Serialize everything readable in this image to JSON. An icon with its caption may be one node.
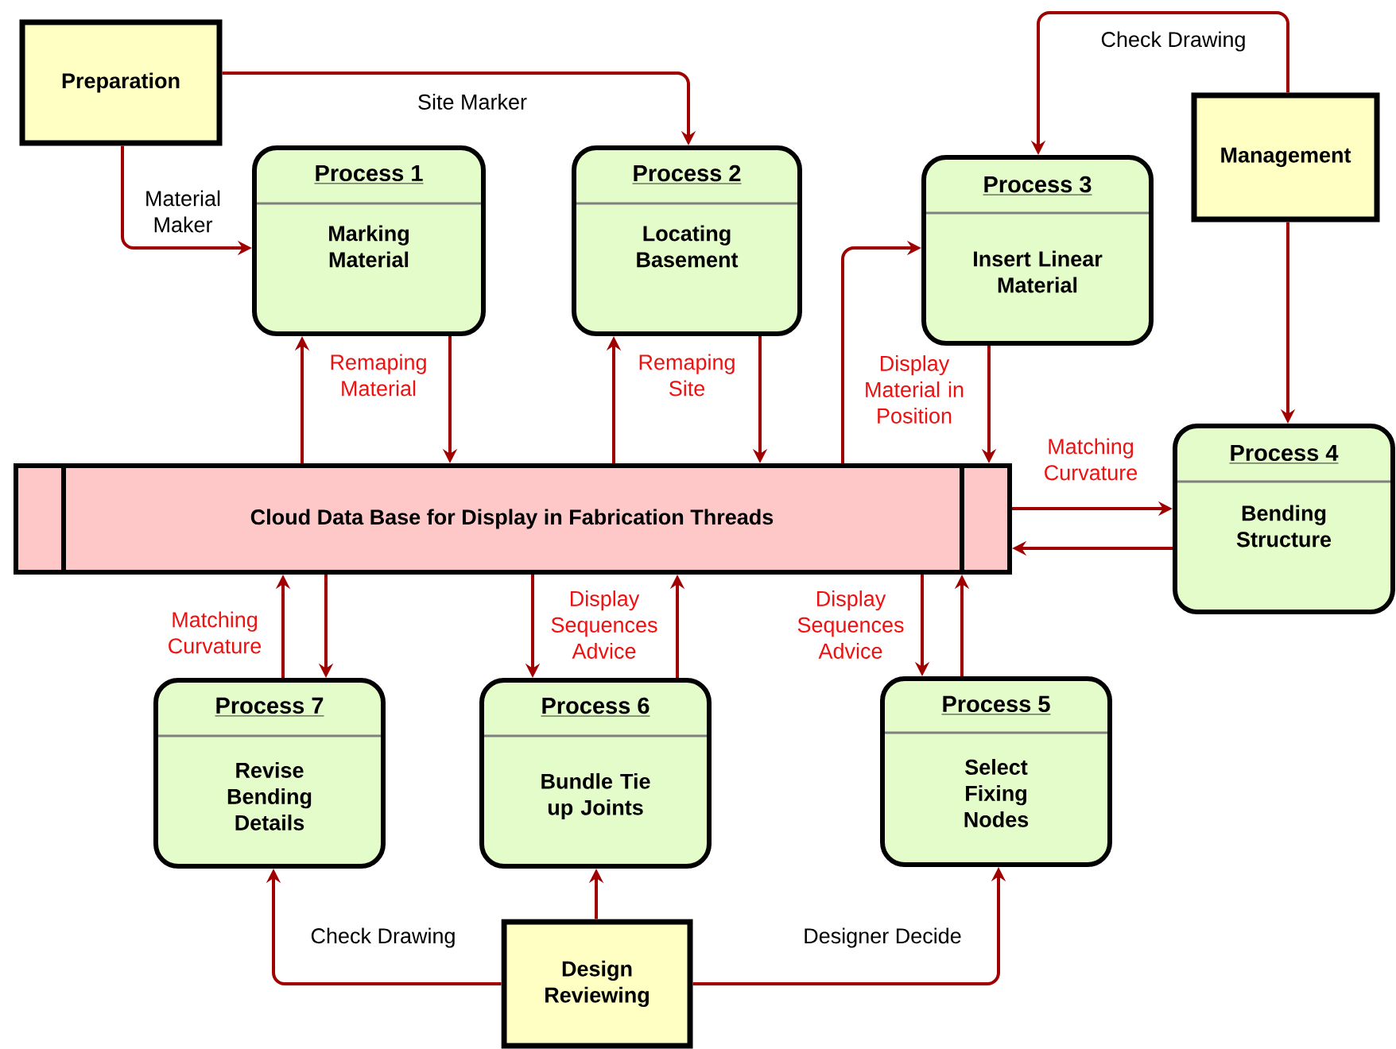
{
  "diagram": {
    "nodes": [
      {
        "text": [
          "Preparation"
        ]
      },
      {
        "text": [
          "Process 1",
          "Marking Material"
        ]
      },
      {
        "text": [
          "Process 2",
          "Locating Basement"
        ]
      },
      {
        "text": [
          "Process 3",
          "Insert Linear Material"
        ]
      },
      {
        "text": [
          "Management"
        ]
      },
      {
        "text": [
          "Process 4",
          "Bending Structure"
        ]
      },
      {
        "text": [
          "Cloud Data Base for Display in Fabrication Threads"
        ]
      },
      {
        "text": [
          "Process 7",
          "Revise Bending Details"
        ]
      },
      {
        "text": [
          "Process 6",
          "Bundle Tie up Joints"
        ]
      },
      {
        "text": [
          "Process 5",
          "Select Fixing Nodes"
        ]
      },
      {
        "text": [
          "Design Reviewing"
        ]
      }
    ],
    "edges": [
      {
        "from": 0,
        "to": 1,
        "arrow": "to",
        "label": "Material Maker"
      },
      {
        "from": 0,
        "to": 2,
        "arrow": "to",
        "label": "Site Marker"
      },
      {
        "from": 4,
        "to": 3,
        "arrow": "to",
        "label": "Check Drawing"
      },
      {
        "from": 4,
        "to": 5,
        "arrow": "to"
      },
      {
        "from": 6,
        "to": 1,
        "arrow": "to"
      },
      {
        "from": 1,
        "to": 6,
        "arrow": "to",
        "label": "Remaping Material"
      },
      {
        "from": 6,
        "to": 2,
        "arrow": "to"
      },
      {
        "from": 2,
        "to": 6,
        "arrow": "to",
        "label": "Remaping Site"
      },
      {
        "from": 6,
        "to": 3,
        "arrow": "to",
        "label": "Display Material in Position"
      },
      {
        "from": 3,
        "to": 6,
        "arrow": "to"
      },
      {
        "from": 6,
        "to": 5,
        "arrow": "to",
        "label": "Matching Curvature"
      },
      {
        "from": 5,
        "to": 6,
        "arrow": "to"
      },
      {
        "from": 7,
        "to": 6,
        "arrow": "to",
        "label": "Matching Curvature"
      },
      {
        "from": 6,
        "to": 7,
        "arrow": "to"
      },
      {
        "from": 6,
        "to": 8,
        "arrow": "to",
        "label": "Display Sequences Advice"
      },
      {
        "from": 8,
        "to": 6,
        "arrow": "to"
      },
      {
        "from": 6,
        "to": 9,
        "arrow": "to",
        "label": "Display Sequences Advice"
      },
      {
        "from": 9,
        "to": 6,
        "arrow": "to"
      },
      {
        "from": 10,
        "to": 7,
        "arrow": "to",
        "label": "Check Drawing"
      },
      {
        "from": 10,
        "to": 8,
        "arrow": "to"
      },
      {
        "from": 10,
        "to": 9,
        "arrow": "to",
        "label": "Designer Decide"
      }
    ]
  }
}
